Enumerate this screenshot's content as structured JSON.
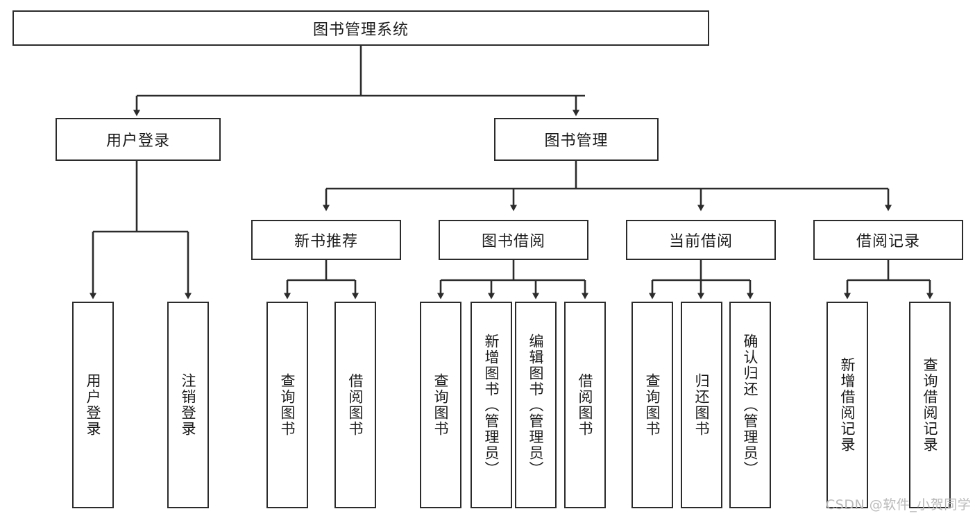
{
  "diagram": {
    "title": "图书管理系统",
    "type": "tree-hierarchy-chart",
    "root": {
      "label": "图书管理系统"
    },
    "level2": [
      {
        "label": "用户登录"
      },
      {
        "label": "图书管理"
      }
    ],
    "level3": [
      {
        "label": "新书推荐"
      },
      {
        "label": "图书借阅"
      },
      {
        "label": "当前借阅"
      },
      {
        "label": "借阅记录"
      }
    ],
    "leaves": [
      {
        "label": "用户登录",
        "parent": "用户登录"
      },
      {
        "label": "注销登录",
        "parent": "用户登录"
      },
      {
        "label": "查询图书",
        "parent": "新书推荐"
      },
      {
        "label": "借阅图书",
        "parent": "新书推荐"
      },
      {
        "label": "查询图书",
        "parent": "图书借阅"
      },
      {
        "label": "新增图书（管理员）",
        "parent": "图书借阅"
      },
      {
        "label": "编辑图书（管理员）",
        "parent": "图书借阅"
      },
      {
        "label": "借阅图书",
        "parent": "图书借阅"
      },
      {
        "label": "查询图书",
        "parent": "当前借阅"
      },
      {
        "label": "归还图书",
        "parent": "当前借阅"
      },
      {
        "label": "确认归还（管理员）",
        "parent": "当前借阅"
      },
      {
        "label": "新增借阅记录",
        "parent": "借阅记录"
      },
      {
        "label": "查询借阅记录",
        "parent": "借阅记录"
      }
    ],
    "watermark": "CSDN @软件_小贺同学",
    "colors": {
      "box_border": "#2b2b2b",
      "box_fill": "#ffffff",
      "text": "#1b1b1b",
      "edge": "#2b2b2b",
      "watermark": "#b9b9b9",
      "background": "#ffffff"
    }
  }
}
